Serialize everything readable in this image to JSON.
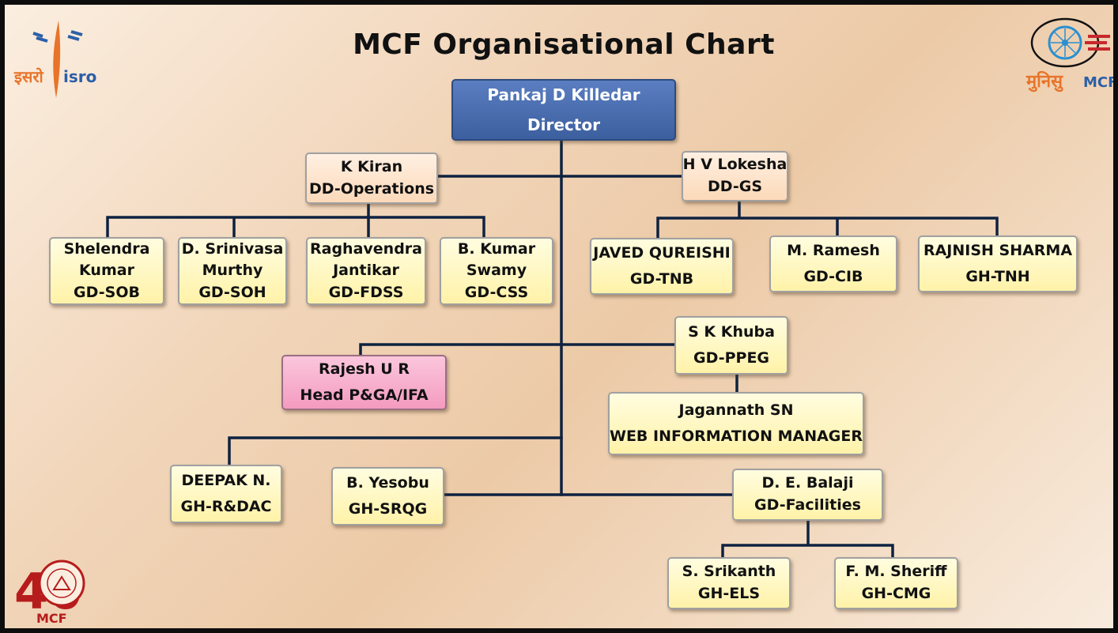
{
  "title": "MCF Organisational Chart",
  "logos": {
    "isro_hindi": "इसरो",
    "isro_english": "isro",
    "mcf_hindi": "मुनिसु",
    "mcf_english": "MCF",
    "anniversary_number": "40",
    "anniversary_label": "MCF"
  },
  "colors": {
    "director_box": "#3c5f9f",
    "deputy_box": "#fcd9b9",
    "group_box": "#fff2a8",
    "admin_box": "#f49bc0",
    "connector": "#0e2240",
    "isro_orange": "#e8742a",
    "isro_blue": "#2b5fa8",
    "mcf_red": "#c8282d"
  },
  "nodes": {
    "director": {
      "name": "Pankaj D Killedar",
      "role": "Director"
    },
    "dd_ops": {
      "name": "K Kiran",
      "role": "DD-Operations"
    },
    "dd_gs": {
      "name": "H V Lokesha",
      "role": "DD-GS"
    },
    "sob": {
      "name_1": "Shelendra",
      "name_2": "Kumar",
      "role": "GD-SOB"
    },
    "soh": {
      "name_1": "D. Srinivasa",
      "name_2": "Murthy",
      "role": "GD-SOH"
    },
    "fdss": {
      "name_1": "Raghavendra",
      "name_2": "Jantikar",
      "role": "GD-FDSS"
    },
    "css": {
      "name_1": "B. Kumar",
      "name_2": "Swamy",
      "role": "GD-CSS"
    },
    "tnb": {
      "name": "JAVED QUREISHI",
      "role": "GD-TNB"
    },
    "cib": {
      "name": "M. Ramesh",
      "role": "GD-CIB"
    },
    "tnh": {
      "name": "RAJNISH SHARMA",
      "role": "GH-TNH"
    },
    "ppeg": {
      "name": "S K Khuba",
      "role": "GD-PPEG"
    },
    "pga": {
      "name": "Rajesh U R",
      "role": "Head P&GA/IFA"
    },
    "wim": {
      "name": "Jagannath SN",
      "role": "WEB INFORMATION MANAGER"
    },
    "rdac": {
      "name": "DEEPAK N.",
      "role": "GH-R&DAC"
    },
    "srqg": {
      "name": "B. Yesobu",
      "role": "GH-SRQG"
    },
    "facilities": {
      "name": "D. E. Balaji",
      "role": "GD-Facilities"
    },
    "els": {
      "name": "S. Srikanth",
      "role": "GH-ELS"
    },
    "cmg": {
      "name": "F. M. Sheriff",
      "role": "GH-CMG"
    }
  }
}
